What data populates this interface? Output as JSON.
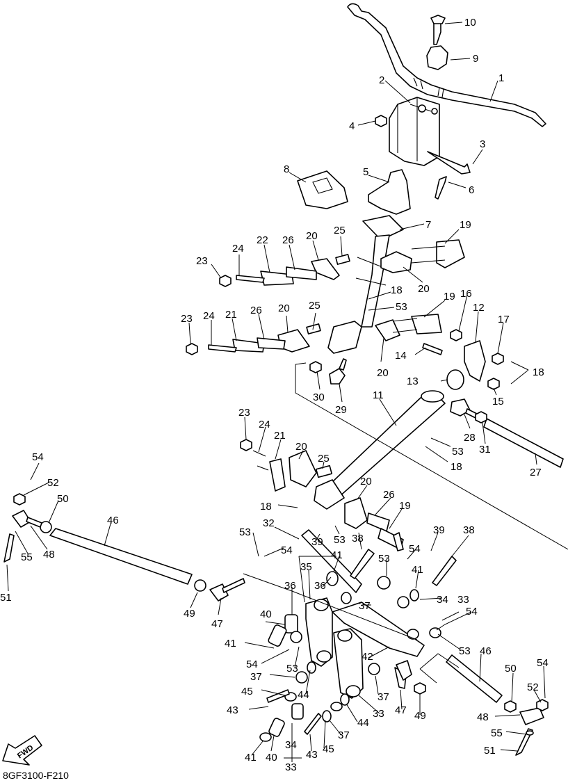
{
  "diagram_code": "8GF3100-F210",
  "fwd_label": "FWD",
  "callouts": {
    "c1": "1",
    "c2": "2",
    "c3": "3",
    "c4": "4",
    "c5": "5",
    "c6": "6",
    "c7": "7",
    "c8": "8",
    "c9": "9",
    "c10": "10",
    "c11": "11",
    "c12": "12",
    "c13": "13",
    "c14": "14",
    "c15": "15",
    "c16": "16",
    "c17": "17",
    "c18a": "18",
    "c18b": "18",
    "c18c": "18",
    "c18d": "18",
    "c19a": "19",
    "c19b": "19",
    "c19c": "19",
    "c20a": "20",
    "c20b": "20",
    "c20c": "20",
    "c20d": "20",
    "c20e": "20",
    "c20f": "20",
    "c21a": "21",
    "c21b": "21",
    "c22": "22",
    "c23a": "23",
    "c23b": "23",
    "c23c": "23",
    "c24a": "24",
    "c24b": "24",
    "c24c": "24",
    "c25a": "25",
    "c25b": "25",
    "c25c": "25",
    "c26a": "26",
    "c26b": "26",
    "c26c": "26",
    "c27": "27",
    "c28": "28",
    "c29": "29",
    "c30": "30",
    "c31": "31",
    "c32": "32",
    "c33a": "33",
    "c33b": "33",
    "c33c": "33",
    "c34a": "34",
    "c34b": "34",
    "c35": "35",
    "c36a": "36",
    "c36b": "36",
    "c37a": "37",
    "c37b": "37",
    "c37c": "37",
    "c37d": "37",
    "c38a": "38",
    "c38b": "38",
    "c39a": "39",
    "c39b": "39",
    "c40a": "40",
    "c40b": "40",
    "c41a": "41",
    "c41b": "41",
    "c41c": "41",
    "c41d": "41",
    "c42": "42",
    "c43a": "43",
    "c43b": "43",
    "c44a": "44",
    "c44b": "44",
    "c45a": "45",
    "c45b": "45",
    "c46a": "46",
    "c46b": "46",
    "c47a": "47",
    "c47b": "47",
    "c48a": "48",
    "c48b": "48",
    "c49a": "49",
    "c49b": "49",
    "c50a": "50",
    "c50b": "50",
    "c51a": "51",
    "c51b": "51",
    "c52a": "52",
    "c52b": "52",
    "c53a": "53",
    "c53b": "53",
    "c53c": "53",
    "c53d": "53",
    "c53e": "53",
    "c53f": "53",
    "c54a": "54",
    "c54b": "54",
    "c54c": "54",
    "c54d": "54",
    "c54e": "54",
    "c54f": "54",
    "c55a": "55",
    "c55b": "55"
  }
}
